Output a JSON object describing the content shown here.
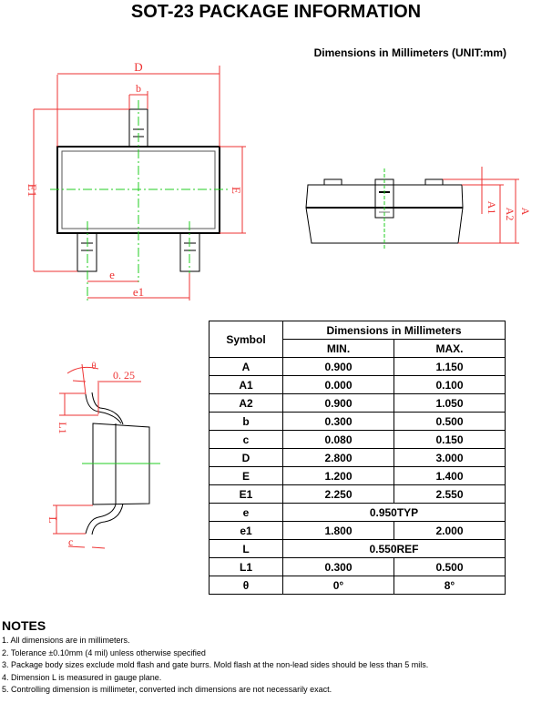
{
  "title": "SOT-23 PACKAGE INFORMATION",
  "subtitle": "Dimensions in Millimeters (UNIT:mm)",
  "drawing_labels": {
    "top_view": {
      "D": "D",
      "b": "b",
      "E1": "E1",
      "E": "E",
      "e": "e",
      "e1": "e1"
    },
    "side_view": {
      "A1": "A1",
      "A2": "A2",
      "A": "A"
    },
    "lead_detail": {
      "theta": "θ",
      "gauge": "0. 25",
      "L1": "L1",
      "L": "L",
      "c": "c"
    }
  },
  "table": {
    "symbol_header": "Symbol",
    "group_header": "Dimensions in Millimeters",
    "min_header": "MIN.",
    "max_header": "MAX.",
    "rows": [
      {
        "symbol": "A",
        "min": "0.900",
        "max": "1.150"
      },
      {
        "symbol": "A1",
        "min": "0.000",
        "max": "0.100"
      },
      {
        "symbol": "A2",
        "min": "0.900",
        "max": "1.050"
      },
      {
        "symbol": "b",
        "min": "0.300",
        "max": "0.500"
      },
      {
        "symbol": "c",
        "min": "0.080",
        "max": "0.150"
      },
      {
        "symbol": "D",
        "min": "2.800",
        "max": "3.000"
      },
      {
        "symbol": "E",
        "min": "1.200",
        "max": "1.400"
      },
      {
        "symbol": "E1",
        "min": "2.250",
        "max": "2.550"
      },
      {
        "symbol": "e",
        "typ": "0.950TYP"
      },
      {
        "symbol": "e1",
        "min": "1.800",
        "max": "2.000"
      },
      {
        "symbol": "L",
        "typ": "0.550REF"
      },
      {
        "symbol": "L1",
        "min": "0.300",
        "max": "0.500"
      },
      {
        "symbol": "θ",
        "min": "0°",
        "max": "8°"
      }
    ]
  },
  "notes": {
    "heading": "NOTES",
    "items": [
      "1. All dimensions are in millimeters.",
      "2. Tolerance ±0.10mm (4 mil) unless otherwise specified",
      "3. Package body sizes exclude mold flash and gate burrs. Mold flash at the non-lead sides should be less than 5 mils.",
      "4. Dimension L is measured in gauge plane.",
      "5. Controlling dimension is millimeter, converted inch dimensions are not necessarily exact."
    ]
  }
}
